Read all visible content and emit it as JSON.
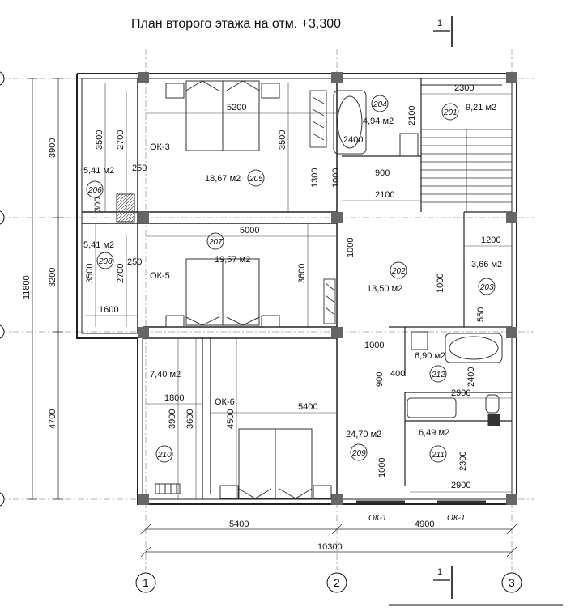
{
  "title": "План второго этажа на отм. +3,300",
  "section_mark": "1",
  "axes": {
    "a1": "1",
    "a2": "2",
    "a3": "3"
  },
  "rooms": [
    {
      "num": "205",
      "area": "18,67 м2",
      "label": "ОК-3"
    },
    {
      "num": "206",
      "area": "5,41 м2"
    },
    {
      "num": "207",
      "area": "19,57 м2",
      "label": "ОК-5"
    },
    {
      "num": "208",
      "area": "5,41 м2"
    },
    {
      "num": "204",
      "area": "4,94 м2"
    },
    {
      "num": "201",
      "area": "9,21 м2"
    },
    {
      "num": "202",
      "area": "13,50 м2"
    },
    {
      "num": "203",
      "area": "3,66 м2"
    },
    {
      "num": "212",
      "area": "6,90 м2"
    },
    {
      "num": "211",
      "area": "6,49 м2"
    },
    {
      "num": "209",
      "area": "24,70 м2"
    },
    {
      "num": "210",
      "area": "7,40 м2",
      "label": "ОК-6"
    }
  ],
  "windows": {
    "w1": "ОК-1",
    "w2": "ОК-1"
  },
  "dims": {
    "left_total": "11800",
    "left_1": "3900",
    "left_2": "3200",
    "left_3": "4700",
    "bottom_1": "5400",
    "bottom_2": "4900",
    "bottom_total": "10300",
    "d5200": "5200",
    "d3500a": "3500",
    "d2700a": "2700",
    "d250a": "250",
    "d300": "300",
    "d1300": "1300",
    "d1000a": "1000",
    "d5000": "5000",
    "d3500b": "3500",
    "d2700b": "2700",
    "d250b": "250",
    "d1600": "1600",
    "d3600a": "3600",
    "d1000b": "1000",
    "d2300a": "2300",
    "d2100a": "2100",
    "d2400a": "2400",
    "d900a": "900",
    "d2100b": "2100",
    "d1200": "1200",
    "d1000c": "1000",
    "d550": "550",
    "d1000d": "1000",
    "d900b": "900",
    "d400": "400",
    "d2400b": "2400",
    "d2900a": "2900",
    "d2300b": "2300",
    "d1000e": "1000",
    "d2900b": "2900",
    "d1800": "1800",
    "d3900": "3900",
    "d3600b": "3600",
    "d4500": "4500",
    "d5400": "5400"
  }
}
